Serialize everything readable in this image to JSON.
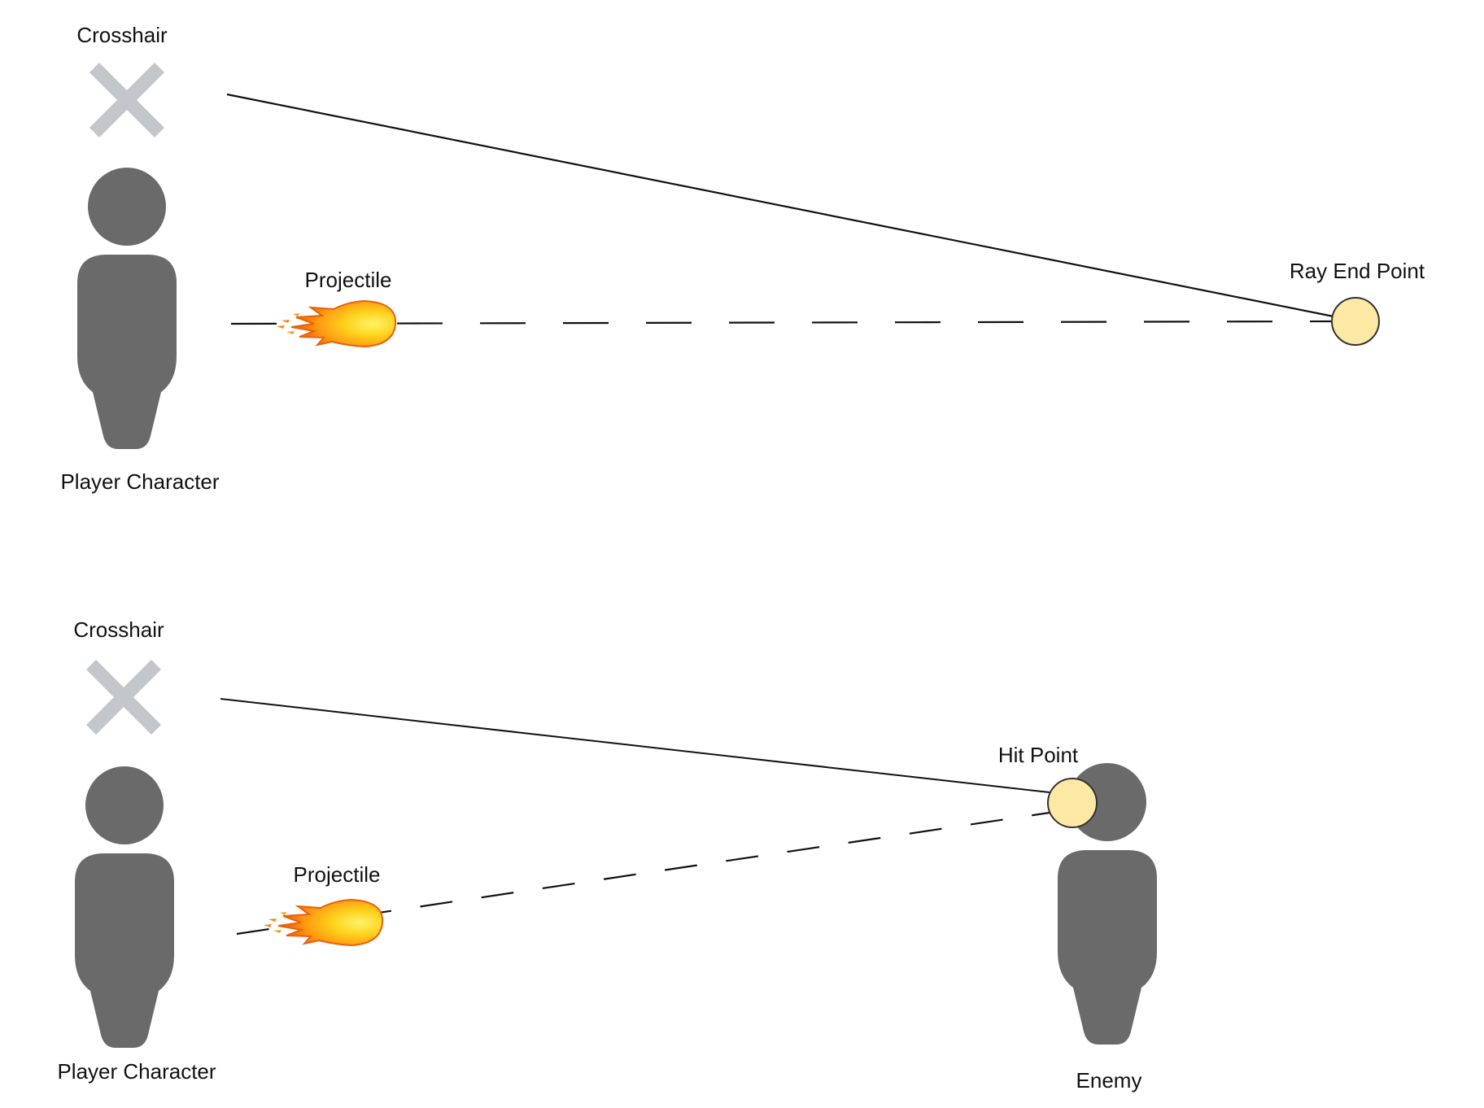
{
  "colors": {
    "figure": "#6b6a6b",
    "crosshair": "#c3c6ca",
    "point_fill": "#fde9a3",
    "point_stroke": "#333333",
    "line": "#111111"
  },
  "icons": {
    "crosshair": "x-cross-icon",
    "person": "person-silhouette-icon",
    "projectile": "fireball-icon",
    "point": "circle-marker-icon"
  },
  "top_panel": {
    "crosshair_label": "Crosshair",
    "projectile_label": "Projectile",
    "ray_end_label": "Ray End Point",
    "player_label": "Player Character"
  },
  "bottom_panel": {
    "crosshair_label": "Crosshair",
    "projectile_label": "Projectile",
    "hit_point_label": "Hit Point",
    "player_label": "Player Character",
    "enemy_label": "Enemy"
  }
}
